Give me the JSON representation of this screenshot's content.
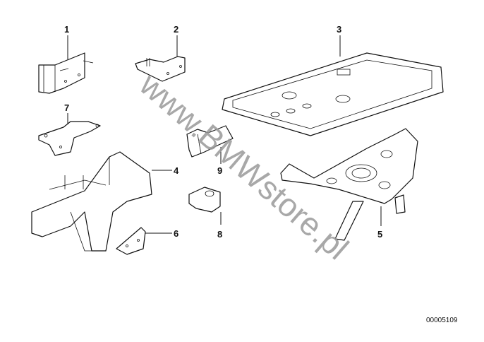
{
  "diagram": {
    "part_labels": [
      "1",
      "2",
      "3",
      "4",
      "5",
      "6",
      "7",
      "8",
      "9"
    ],
    "diagram_id": "00005109",
    "watermark": "www.BMWstore.pl"
  },
  "colors": {
    "line": "#111111",
    "watermark": "#9a9a9a"
  }
}
